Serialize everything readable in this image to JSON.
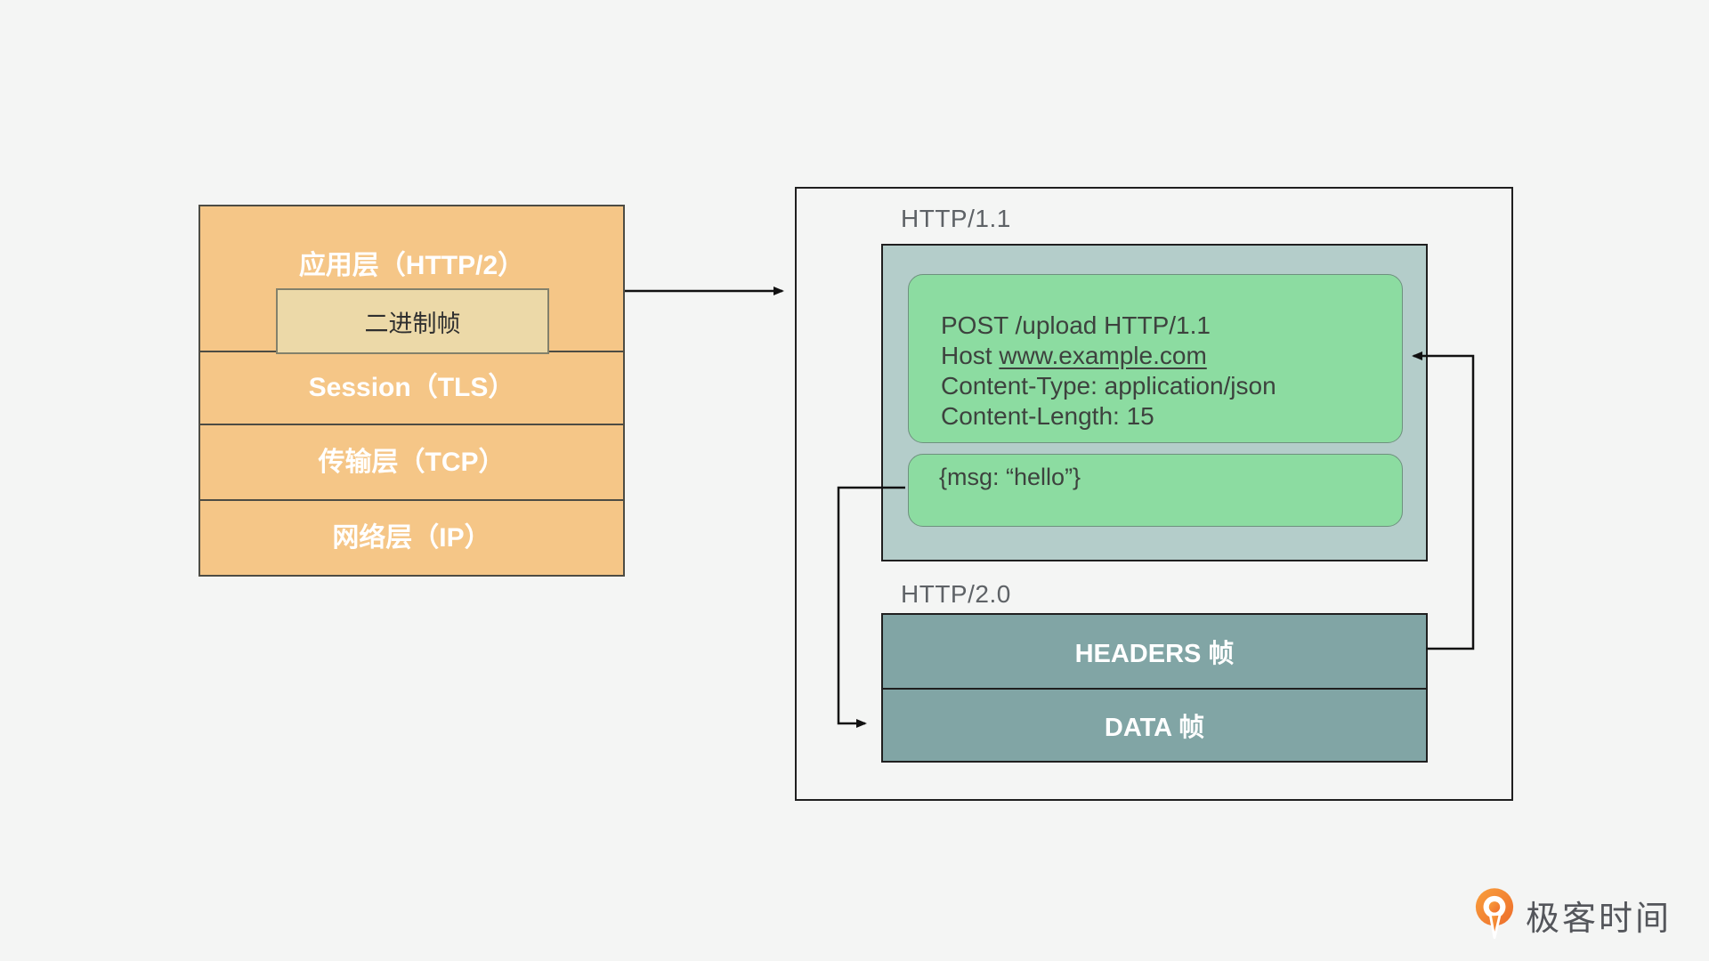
{
  "colors": {
    "background": "#f4f5f4",
    "stack_fill": "#f5c687",
    "binary_box_fill": "#ecd9a8",
    "teal_container_fill": "#b4cdca",
    "request_box_fill": "#8cdca1",
    "frame_fill": "#81a5a5",
    "border_dark": "#1f1f1f",
    "label_gray": "#5e6266",
    "logo_orange": "#f0762f",
    "logo_text_gray": "#54565b"
  },
  "stack": {
    "layers": [
      {
        "label": "应用层（HTTP/2）"
      },
      {
        "label": "Session（TLS）"
      },
      {
        "label": "传输层（TCP）"
      },
      {
        "label": "网络层（IP）"
      }
    ],
    "binary_frame_label": "二进制帧"
  },
  "panel": {
    "http11": {
      "label": "HTTP/1.1",
      "request": {
        "line1": "POST /upload HTTP/1.1",
        "host_prefix": "Host ",
        "host_domain": "www.example.com",
        "line3": "Content-Type: application/json",
        "line4": "Content-Length: 15"
      },
      "body": "{msg: “hello”}"
    },
    "http20": {
      "label": "HTTP/2.0",
      "frames": [
        {
          "label": "HEADERS 帧"
        },
        {
          "label": "DATA 帧"
        }
      ]
    }
  },
  "logo": {
    "text": "极客时间"
  }
}
